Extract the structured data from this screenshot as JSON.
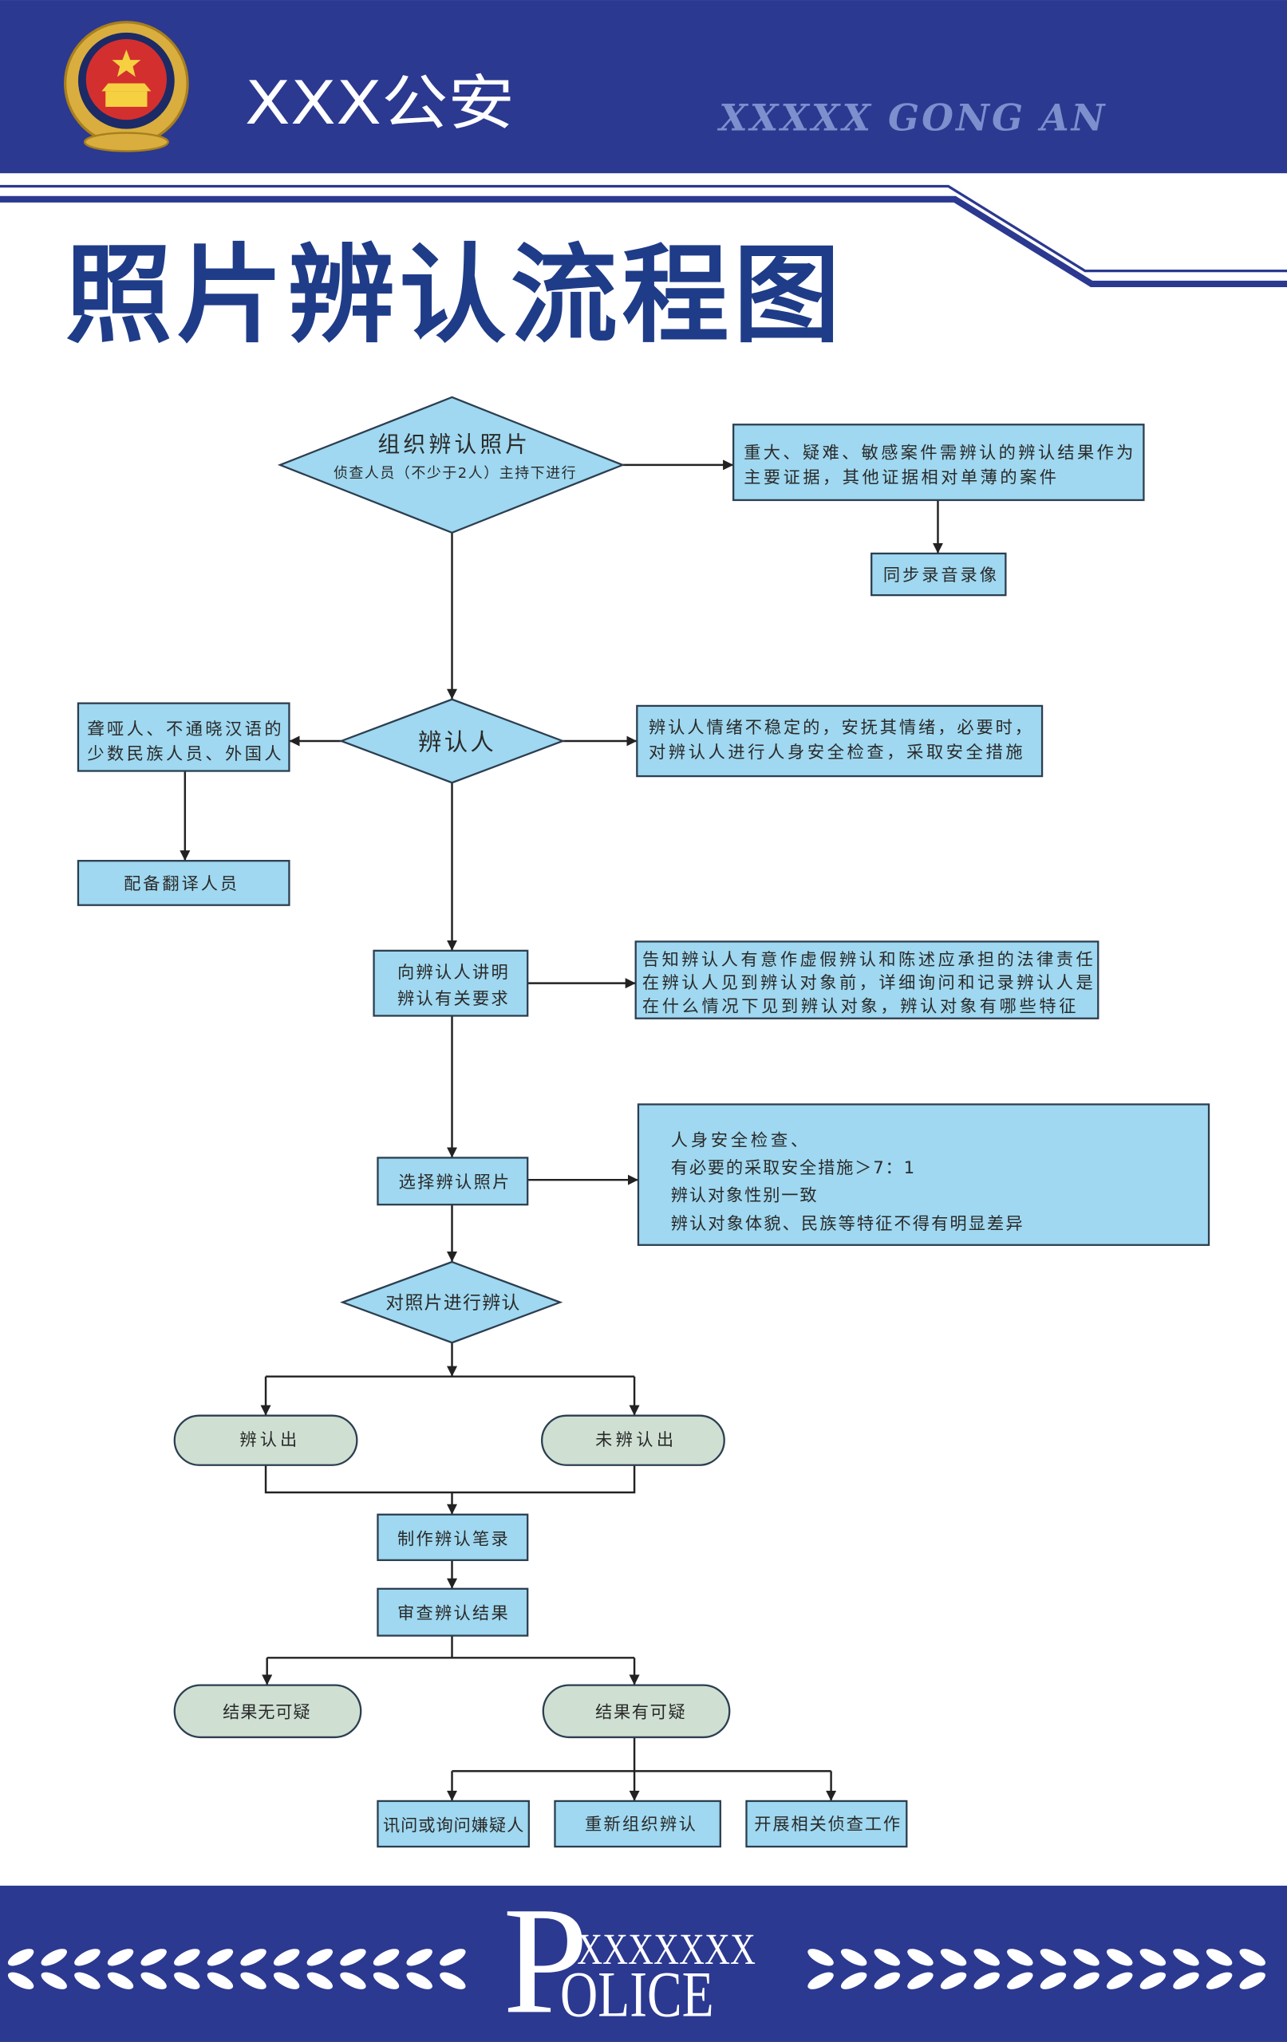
{
  "header": {
    "title": "XXX公安",
    "subtitle": "XXXXX GONG AN",
    "emblem": "police-emblem-icon"
  },
  "page_title": "照片辨认流程图",
  "flow": {
    "organize": {
      "title": "组织辨认照片",
      "note": "侦查人员（不少于2人）主持下进行"
    },
    "major_cases": [
      "重大、疑难、敏感案件需辨认的辨认结果作为",
      "主要证据，其他证据相对单薄的案件"
    ],
    "sync_recording": "同步录音录像",
    "identifier": "辨认人",
    "special_persons": [
      "聋哑人、不通晓汉语的",
      "少数民族人员、外国人"
    ],
    "translator": "配备翻译人员",
    "emotional": [
      "辨认人情绪不稳定的，安抚其情绪，必要时，",
      "对辨认人进行人身安全检查，采取安全措施"
    ],
    "explain": [
      "向辨认人讲明",
      "辨认有关要求"
    ],
    "inform": [
      "告知辨认人有意作虚假辨认和陈述应承担的法律责任",
      "在辨认人见到辨认对象前，详细询问和记录辨认人是",
      "在什么情况下见到辨认对象，辨认对象有哪些特征"
    ],
    "select_photos": "选择辨认照片",
    "selection_rules": [
      "人身安全检查、",
      "有必要的采取安全措施＞7：1",
      "辨认对象性别一致",
      "辨认对象体貌、民族等特征不得有明显差异"
    ],
    "identify_photos": "对照片进行辨认",
    "identified": "辨认出",
    "not_identified": "未辨认出",
    "record": "制作辨认笔录",
    "review": "审查辨认结果",
    "no_doubt": "结果无可疑",
    "doubt": "结果有可疑",
    "interrogate": "讯问或询问嫌疑人",
    "reorganize": "重新组织辨认",
    "investigate": "开展相关侦查工作"
  },
  "footer": {
    "letter": "P",
    "code": "XXXXXXX",
    "word": "OLICE",
    "decoration": "laurel-branch-icon"
  },
  "colors": {
    "brand_blue": "#2b3990",
    "title_blue": "#1f3c88",
    "box_fill": "#9fd8f0",
    "pill_fill": "#cfe0d3",
    "subtitle": "#7d8fcd"
  }
}
